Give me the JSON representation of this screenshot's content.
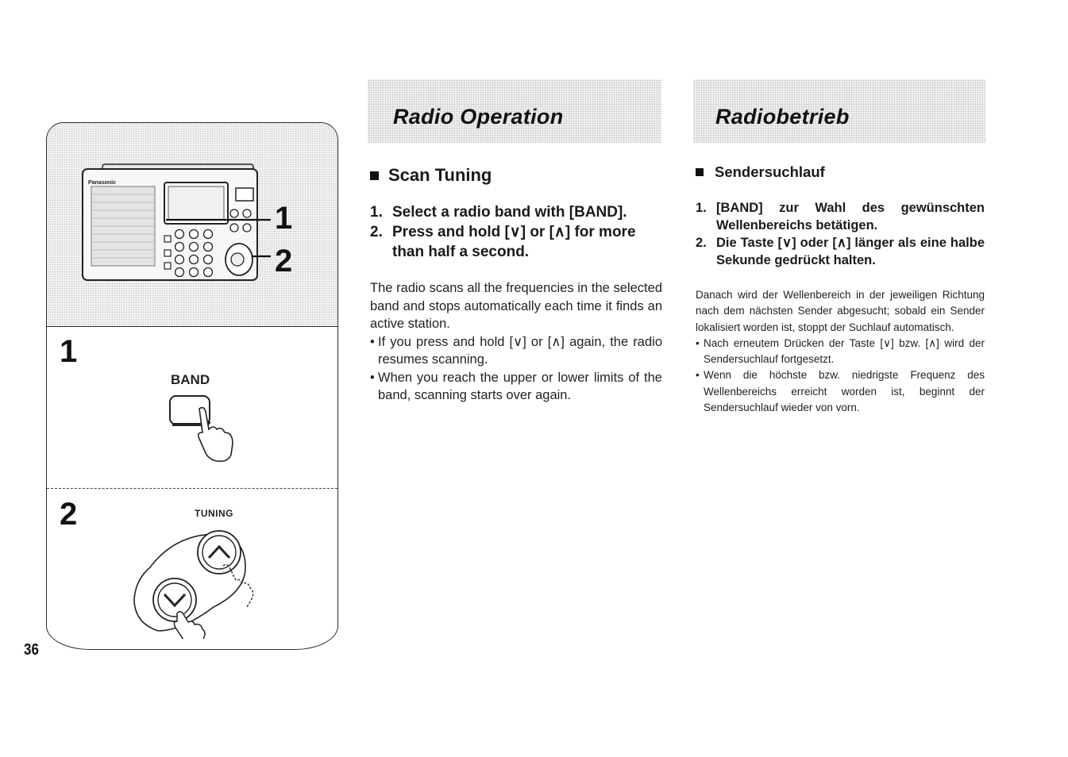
{
  "page_number": "36",
  "illustration": {
    "brand": "Panasonic",
    "callouts": [
      "1",
      "2"
    ],
    "steps": [
      {
        "number": "1",
        "label": "BAND"
      },
      {
        "number": "2",
        "label": "TUNING"
      }
    ]
  },
  "english": {
    "banner": "Radio Operation",
    "section_title": "Scan Tuning",
    "steps": [
      {
        "n": "1.",
        "text": "Select a radio band with [BAND]."
      },
      {
        "n": "2.",
        "text": "Press and hold [∨] or [∧] for more than half a second."
      }
    ],
    "paragraph": "The radio scans all the frequencies in the selected band and stops automatically each time it finds an active station.",
    "bullets": [
      "If you press and hold [∨] or [∧] again, the radio resumes scanning.",
      "When you reach the upper or lower limits of the band, scanning starts over again."
    ]
  },
  "german": {
    "banner": "Radiobetrieb",
    "section_title": "Sendersuchlauf",
    "steps": [
      {
        "n": "1.",
        "text": "[BAND] zur Wahl des gewünschten Wellenbereichs betätigen."
      },
      {
        "n": "2.",
        "text": "Die Taste [∨] oder [∧] länger als eine halbe Sekunde gedrückt halten."
      }
    ],
    "paragraph": "Danach wird der Wellenbereich in der jeweiligen Richtung nach dem nächsten Sender abgesucht; sobald ein Sender lokalisiert worden ist, stoppt der Suchlauf automatisch.",
    "bullets": [
      "Nach erneutem Drücken der Taste [∨] bzw. [∧] wird der Sendersuchlauf fortgesetzt.",
      "Wenn die höchste bzw. niedrigste Frequenz des Wellenbereichs erreicht worden ist, beginnt der Sendersuchlauf wieder von vorn."
    ]
  }
}
